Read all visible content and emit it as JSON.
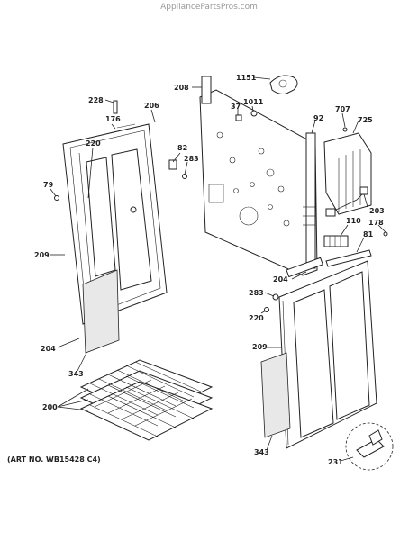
{
  "header": {
    "watermark": "AppliancePartsPros.com"
  },
  "footer": {
    "art_number": "(ART NO. WB15428 C4)"
  },
  "callouts": {
    "c228": "228",
    "c206": "206",
    "c176": "176",
    "c220a": "220",
    "c79": "79",
    "c209a": "209",
    "c204a": "204",
    "c343a": "343",
    "c200": "200",
    "c208": "208",
    "c1151": "1151",
    "c37": "37",
    "c1011": "1011",
    "c82": "82",
    "c283a": "283",
    "c92": "92",
    "c707": "707",
    "c725": "725",
    "c203": "203",
    "c110": "110",
    "c178": "178",
    "c81": "81",
    "c204b": "204",
    "c283b": "283",
    "c220b": "220",
    "c209b": "209",
    "c343b": "343",
    "c231": "231"
  }
}
